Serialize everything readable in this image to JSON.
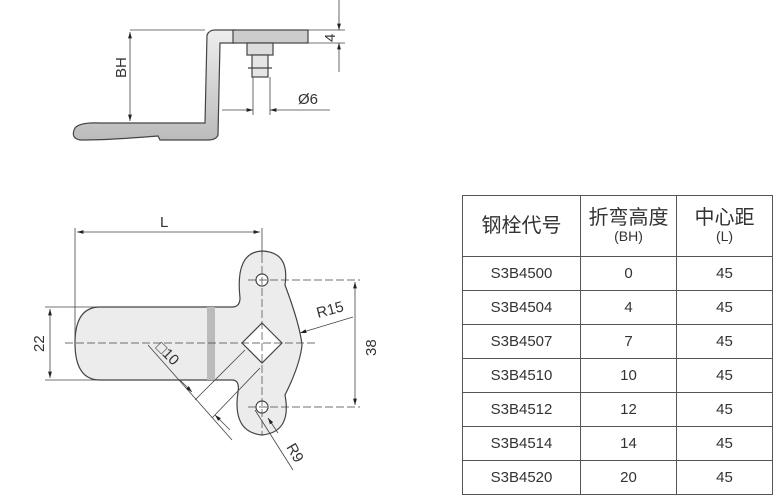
{
  "drawing": {
    "side_view": {
      "bend_height_label": "BH",
      "thickness_label": "4",
      "pin_diameter_label": "Ø6"
    },
    "top_view": {
      "length_label": "L",
      "width_label": "22",
      "hole_spacing_label": "38",
      "radius_large_label": "R15",
      "radius_small_label": "R9",
      "square_label": "□10"
    }
  },
  "table": {
    "headers": [
      {
        "title": "钢栓代号",
        "sub": ""
      },
      {
        "title": "折弯高度",
        "sub": "(BH)"
      },
      {
        "title": "中心距",
        "sub": "(L)"
      }
    ],
    "rows": [
      [
        "S3B4500",
        "0",
        "45"
      ],
      [
        "S3B4504",
        "4",
        "45"
      ],
      [
        "S3B4507",
        "7",
        "45"
      ],
      [
        "S3B4510",
        "10",
        "45"
      ],
      [
        "S3B4512",
        "12",
        "45"
      ],
      [
        "S3B4514",
        "14",
        "45"
      ],
      [
        "S3B4520",
        "20",
        "45"
      ]
    ]
  }
}
